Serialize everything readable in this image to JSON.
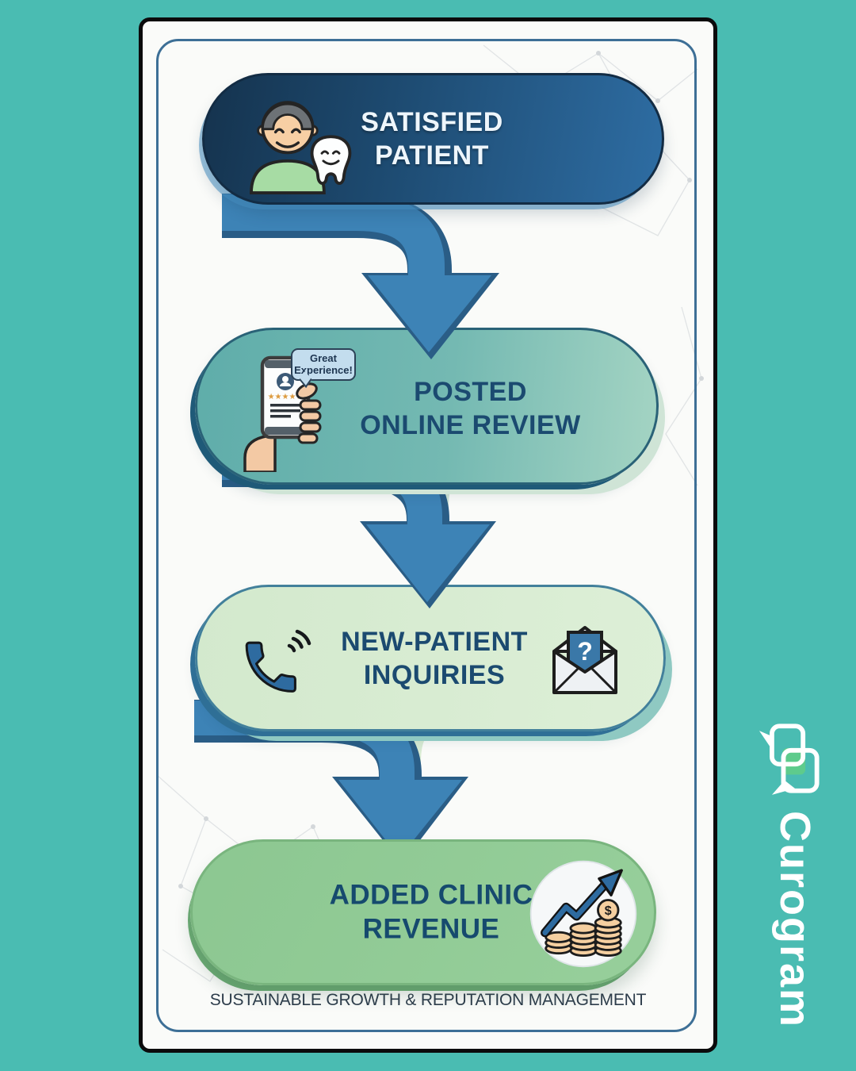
{
  "page": {
    "background_color": "#4abcb2"
  },
  "brand": {
    "name": "Curogram",
    "logo_icon": "overlapping-chat-bubbles-icon",
    "logo_accent_color": "#5ecb8c",
    "text_color": "#ffffff"
  },
  "card": {
    "caption": "SUSTAINABLE GROWTH & REPUTATION MANAGEMENT",
    "frame_color": "#3d6f96"
  },
  "arrows": {
    "color": "#3d83b6",
    "shade_color": "#2a5d86"
  },
  "steps": [
    {
      "title_lines": [
        "SATISFIED",
        "PATIENT"
      ],
      "icon": "patient-with-tooth-icon",
      "fill_gradient": [
        "#15334e",
        "#2e6da3"
      ],
      "text_color": "#eef6fc"
    },
    {
      "title_lines": [
        "POSTED",
        "ONLINE REVIEW"
      ],
      "icon": "hand-holding-phone-review-icon",
      "bubble_lines": [
        "Great",
        "Experience!"
      ],
      "review_stars": "★★★★★",
      "fill_gradient": [
        "#5fadaa",
        "#a4d4c3"
      ],
      "text_color": "#1b4a70"
    },
    {
      "title_lines": [
        "NEW-PATIENT",
        "INQUIRIES"
      ],
      "icons": [
        "phone-call-icon",
        "envelope-question-icon"
      ],
      "question_mark": "?",
      "fill": "#d9ecd3",
      "text_color": "#1b4a70"
    },
    {
      "title_lines": [
        "ADDED CLINIC",
        "REVENUE"
      ],
      "icon": "revenue-growth-chart-coins-icon",
      "dollar_sign": "$",
      "fill": "#90c994",
      "text_color": "#164a6e"
    }
  ]
}
